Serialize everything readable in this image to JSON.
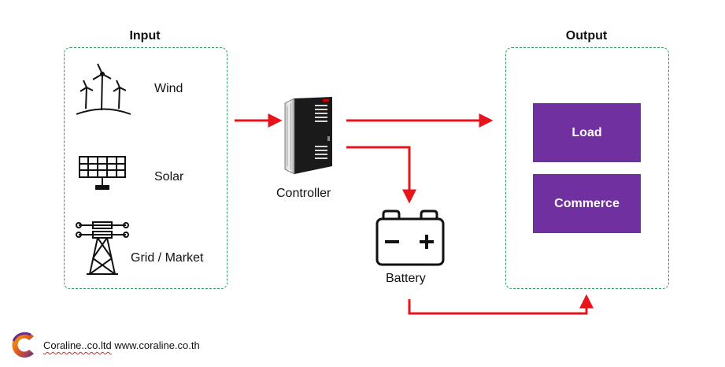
{
  "input": {
    "title": "Input",
    "items": [
      {
        "label": "Wind",
        "icon": "wind-turbine-icon"
      },
      {
        "label": "Solar",
        "icon": "solar-panel-icon"
      },
      {
        "label": "Grid / Market",
        "icon": "power-tower-icon"
      }
    ]
  },
  "controller": {
    "label": "Controller",
    "icon": "inverter-controller-icon"
  },
  "battery": {
    "label": "Battery",
    "icon": "battery-icon"
  },
  "output": {
    "title": "Output",
    "items": [
      {
        "label": "Load"
      },
      {
        "label": "Commerce"
      }
    ]
  },
  "footer": {
    "company": "Coraline..co.ltd",
    "website": "www.coraline.co.th",
    "logo_icon": "coraline-c-logo-icon"
  },
  "colors": {
    "arrow": "#e8141b",
    "output_box": "#7030a0",
    "frame": "#2e9a5a"
  }
}
